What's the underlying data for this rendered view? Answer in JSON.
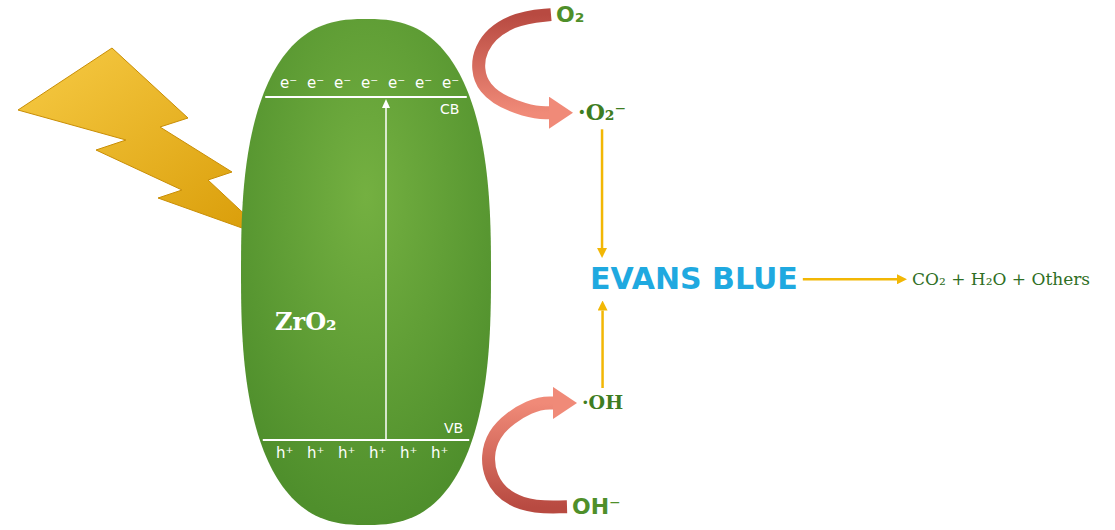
{
  "diagram": {
    "nodes": [
      {
        "text": [
          "ZrO₂"
        ]
      },
      {
        "text": [
          "O₂"
        ]
      },
      {
        "text": [
          "·O₂⁻"
        ]
      },
      {
        "text": [
          "EVANS BLUE"
        ]
      },
      {
        "text": [
          "CO₂ + H₂O + Others"
        ]
      },
      {
        "text": [
          "·OH"
        ]
      },
      {
        "text": [
          "OH⁻"
        ]
      }
    ],
    "edges": [
      {
        "from": 1,
        "to": 2,
        "arrow": "to"
      },
      {
        "from": 2,
        "to": 3,
        "arrow": "to"
      },
      {
        "from": 5,
        "to": 3,
        "arrow": "to"
      },
      {
        "from": 6,
        "to": 5,
        "arrow": "to"
      },
      {
        "from": 3,
        "to": 4,
        "arrow": "to"
      }
    ],
    "labels": [
      "e⁻",
      "e⁻",
      "e⁻",
      "e⁻",
      "e⁻",
      "e⁻",
      "e⁻",
      "CB",
      "VB",
      "h⁺",
      "h⁺",
      "h⁺",
      "h⁺",
      "h⁺",
      "h⁺"
    ]
  }
}
